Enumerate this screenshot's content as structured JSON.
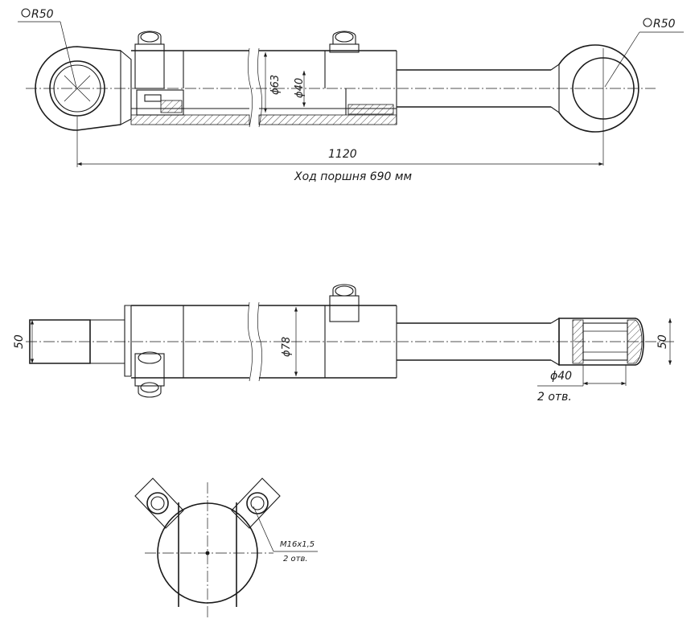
{
  "labels": {
    "radius_left": "R50",
    "radius_right": "R50",
    "bore_63": "ϕ63",
    "rod_40": "ϕ40",
    "overall_length": "1120",
    "piston_stroke": "Ход поршня 690 мм",
    "height_left": "50",
    "height_right": "50",
    "barrel_78": "ϕ78",
    "hole_40": "ϕ40",
    "holes_count": "2 отв.",
    "thread": "M16x1,5",
    "thread_count": "2 отв."
  }
}
